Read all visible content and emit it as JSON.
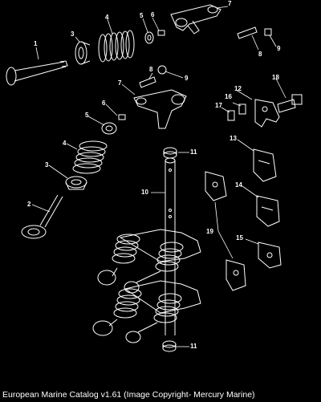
{
  "diagram": {
    "callouts": {
      "c1": "1",
      "c2": "2",
      "c3a": "3",
      "c3b": "3",
      "c4a": "4",
      "c4b": "4",
      "c5a": "5",
      "c5b": "5",
      "c6a": "6",
      "c6b": "6",
      "c7a": "7",
      "c7b": "7",
      "c8a": "8",
      "c8b": "8",
      "c9a": "9",
      "c9b": "9",
      "c10": "10",
      "c11a": "11",
      "c11b": "11",
      "c12": "12",
      "c13": "13",
      "c14": "14",
      "c15": "15",
      "c16": "16",
      "c17": "17",
      "c18": "18",
      "c19": "19"
    },
    "colors": {
      "background": "#000000",
      "line": "#ffffff",
      "part_fill": "#000000"
    }
  },
  "caption": {
    "text": "European Marine Catalog v1.61 (Image Copyright- Mercury Marine)"
  }
}
